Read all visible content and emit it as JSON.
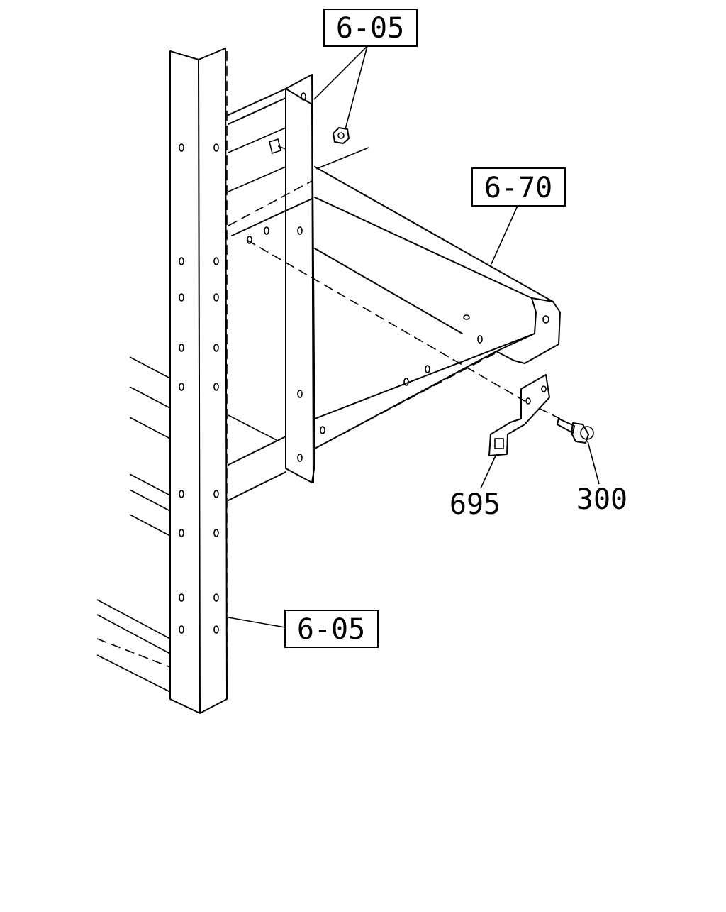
{
  "callouts": {
    "ref_top": "6-05",
    "ref_mid": "6-70",
    "ref_bottom": "6-05",
    "part_bracket": "695",
    "part_bolt": "300"
  }
}
